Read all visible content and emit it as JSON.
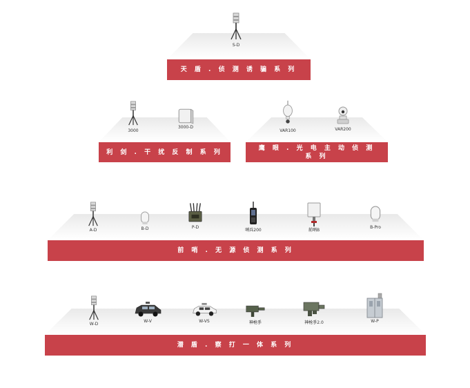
{
  "tiers": [
    {
      "title": "天 盾 . 侦 测 诱 骗 系 列",
      "products": [
        "S-D"
      ]
    },
    {
      "title": "利 剑 . 干 扰 反 制 系 列",
      "products": [
        "3000",
        "3000-D"
      ]
    },
    {
      "title_line1": "鹰 眼 . 光 电 主 动 侦 测",
      "title_line2": "系 列",
      "products": [
        "VAR100",
        "VAR200"
      ]
    },
    {
      "title": "前 哨 . 无 源 侦 测 系 列",
      "products": [
        "A-D",
        "B-D",
        "P-D",
        "哨兵200",
        "前哨B",
        "B-Pro"
      ]
    },
    {
      "title": "潜 盾 . 察 打 一 体 系 列",
      "products": [
        "W-D",
        "W-V",
        "W-VS",
        "神枪手",
        "神枪手2.0",
        "W-P"
      ]
    }
  ],
  "icons": {
    "tripod_detector": "tripod-detector-icon",
    "box_detector": "box-detector-icon",
    "dome_camera": "dome-camera-icon",
    "ptz_camera": "ptz-camera-icon",
    "dome_sensor": "dome-sensor-icon",
    "portable_jammer": "portable-jammer-icon",
    "handheld_device": "handheld-device-icon",
    "panel_antenna": "panel-antenna-icon",
    "vehicle": "vehicle-icon",
    "gun_device": "gun-device-icon",
    "cabinet": "cabinet-icon"
  },
  "colors": {
    "bar": "#c8424a",
    "stage_top": "#e9e9e9"
  }
}
